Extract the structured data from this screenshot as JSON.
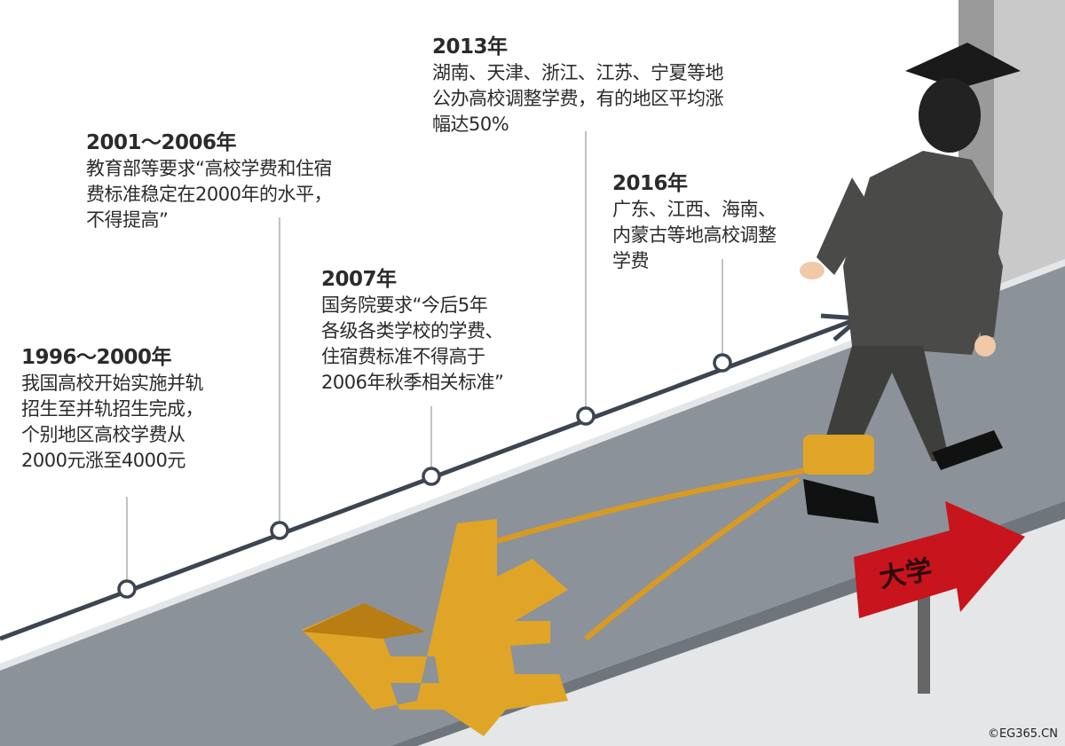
{
  "timeline": [
    {
      "year": "1996～2000年",
      "desc": "我国高校开始实施并轨\n招生至并轨招生完成，\n个别地区高校学费从\n2000元涨至4000元"
    },
    {
      "year": "2001～2006年",
      "desc": "教育部等要求“高校学费和住宿\n费标准稳定在2000年的水平，\n不得提高”"
    },
    {
      "year": "2007年",
      "desc": "国务院要求“今后5年\n各级各类学校的学费、\n住宿费标准不得高于\n2006年秋季相关标准”"
    },
    {
      "year": "2013年",
      "desc": "湖南、天津、浙江、江苏、宁夏等地\n公办高校调整学费，有的地区平均涨\n幅达50%"
    },
    {
      "year": "2016年",
      "desc": "广东、江西、海南、\n内蒙古等地高校调整\n学费"
    }
  ],
  "sign": {
    "label": "大学"
  },
  "copyright": "©EG365.CN",
  "colors": {
    "road": "#8c929a",
    "line": "#3c4550",
    "gold": "#e0a526",
    "sign": "#c8141c"
  }
}
